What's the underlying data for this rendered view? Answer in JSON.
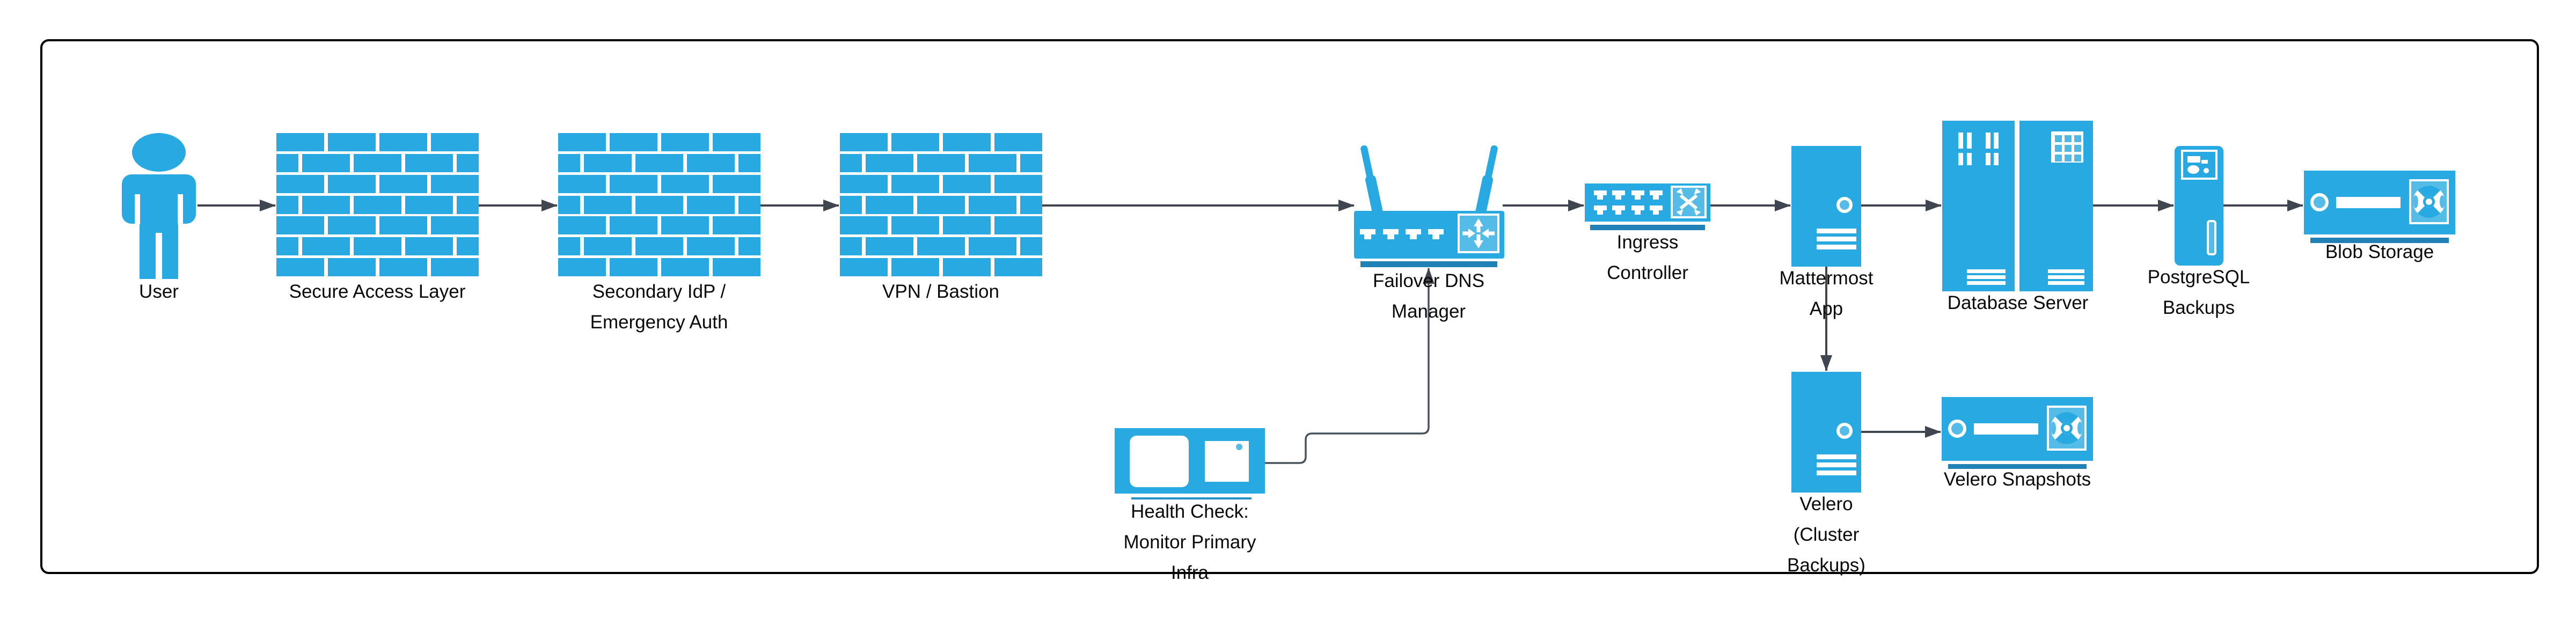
{
  "diagram": {
    "type": "architecture-flow",
    "colors": {
      "primary": "#29a9e1",
      "primary_light": "#55bce8",
      "primary_dark": "#1f81b5",
      "connector": "#3f4650",
      "border": "#000000",
      "text": "#0a0a0a"
    },
    "nodes": [
      {
        "id": "user",
        "icon": "user-icon",
        "label": "User",
        "lines": [
          "User"
        ]
      },
      {
        "id": "secure-access-layer",
        "icon": "firewall-icon",
        "label": "Secure Access Layer",
        "lines": [
          "Secure Access Layer"
        ]
      },
      {
        "id": "secondary-idp",
        "icon": "firewall-icon",
        "label": "Secondary IdP / Emergency Auth",
        "lines": [
          "Secondary IdP /",
          "Emergency Auth"
        ]
      },
      {
        "id": "vpn-bastion",
        "icon": "firewall-icon",
        "label": "VPN / Bastion",
        "lines": [
          "VPN / Bastion"
        ]
      },
      {
        "id": "failover-dns-manager",
        "icon": "wireless-router-icon",
        "label": "Failover DNS Manager",
        "lines": [
          "Failover DNS",
          "Manager"
        ]
      },
      {
        "id": "ingress-controller",
        "icon": "switch-icon",
        "label": "Ingress Controller",
        "lines": [
          "Ingress",
          "Controller"
        ]
      },
      {
        "id": "mattermost-app",
        "icon": "tower-server-icon",
        "label": "Mattermost App",
        "lines": [
          "Mattermost",
          "App"
        ]
      },
      {
        "id": "database-server",
        "icon": "rack-server-icon",
        "label": "Database Server",
        "lines": [
          "Database Server"
        ]
      },
      {
        "id": "postgresql-backups",
        "icon": "backup-server-icon",
        "label": "PostgreSQL Backups",
        "lines": [
          "PostgreSQL",
          "Backups"
        ]
      },
      {
        "id": "blob-storage",
        "icon": "storage-unit-icon",
        "label": "Blob Storage",
        "lines": [
          "Blob Storage"
        ]
      },
      {
        "id": "health-check",
        "icon": "monitor-icon",
        "label": "Health Check: Monitor Primary Infra",
        "lines": [
          "Health Check:",
          "Monitor Primary",
          "Infra"
        ]
      },
      {
        "id": "velero",
        "icon": "tower-server-icon",
        "label": "Velero (Cluster Backups)",
        "lines": [
          "Velero",
          "(Cluster",
          "Backups)"
        ]
      },
      {
        "id": "velero-snapshots",
        "icon": "storage-unit-icon",
        "label": "Velero Snapshots",
        "lines": [
          "Velero Snapshots"
        ]
      }
    ],
    "edges": [
      {
        "from": "user",
        "to": "secure-access-layer"
      },
      {
        "from": "secure-access-layer",
        "to": "secondary-idp"
      },
      {
        "from": "secondary-idp",
        "to": "vpn-bastion"
      },
      {
        "from": "vpn-bastion",
        "to": "failover-dns-manager"
      },
      {
        "from": "failover-dns-manager",
        "to": "ingress-controller"
      },
      {
        "from": "ingress-controller",
        "to": "mattermost-app"
      },
      {
        "from": "mattermost-app",
        "to": "database-server"
      },
      {
        "from": "database-server",
        "to": "postgresql-backups"
      },
      {
        "from": "postgresql-backups",
        "to": "blob-storage"
      },
      {
        "from": "mattermost-app",
        "to": "velero"
      },
      {
        "from": "velero",
        "to": "velero-snapshots"
      },
      {
        "from": "health-check",
        "to": "failover-dns-manager"
      }
    ]
  }
}
